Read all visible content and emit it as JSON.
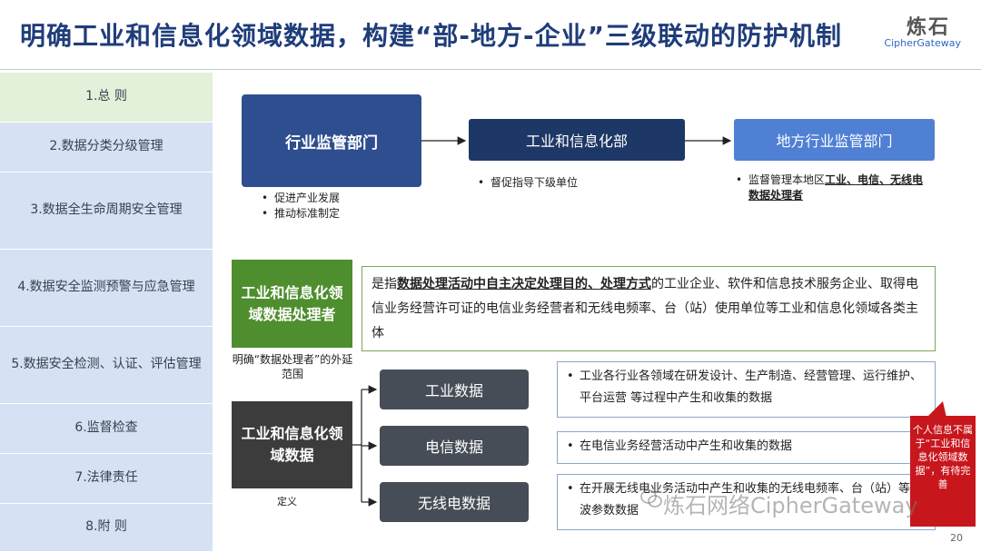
{
  "header": {
    "title": "明确工业和信息化领域数据，构建“部-地方-企业”三级联动的防护机制",
    "logo_cn": "炼石",
    "logo_en": "CipherGateway"
  },
  "sidebar": {
    "items": [
      {
        "label": "1.总  则",
        "active": true
      },
      {
        "label": "2.数据分类分级管理",
        "active": false
      },
      {
        "label": "3.数据全生命周期安全管理",
        "active": false
      },
      {
        "label": "4.数据安全监测预警与应急管理",
        "active": false
      },
      {
        "label": "5.数据安全检测、认证、评估管理",
        "active": false
      },
      {
        "label": "6.监督检查",
        "active": false
      },
      {
        "label": "7.法律责任",
        "active": false
      },
      {
        "label": "8.附  则",
        "active": false
      }
    ]
  },
  "hierarchy": {
    "industry_dept": "行业监管部门",
    "industry_bullets": [
      "促进产业发展",
      "推动标准制定"
    ],
    "miit": "工业和信息化部",
    "miit_bullets": [
      "督促指导下级单位"
    ],
    "local_dept": "地方行业监管部门",
    "local_bullet_prefix": "监督管理本地区",
    "local_bullet_bold": "工业、电信、无线电数据处理者"
  },
  "processor": {
    "box_label": "工业和信息化领域数据处理者",
    "caption": "明确“数据处理者”的外延范围",
    "def_prefix": "是指",
    "def_bold": "数据处理活动中自主决定处理目的、处理方式",
    "def_suffix": "的工业企业、软件和信息技术服务企业、取得电信业务经营许可证的电信业务经营者和无线电频率、台（站）使用单位等工业和信息化领域各类主体"
  },
  "data_domain": {
    "box_label": "工业和信息化领域数据",
    "caption": "定义",
    "categories": [
      {
        "label": "工业数据",
        "description": "工业各行业各领域在研发设计、生产制造、经营管理、运行维护、平台运营 等过程中产生和收集的数据"
      },
      {
        "label": "电信数据",
        "description": "在电信业务经营活动中产生和收集的数据"
      },
      {
        "label": "无线电数据",
        "description": "在开展无线电业务活动中产生和收集的无线电频率、台（站）等电波参数数据"
      }
    ]
  },
  "callout": {
    "text": "个人信息不属于“工业和信息化领域数据”，有待完善"
  },
  "watermark": {
    "text": "炼石网络CipherGateway"
  },
  "page": {
    "number": "20"
  },
  "colors": {
    "title": "#1f3d7a",
    "sidebar": "#d6e2f3",
    "sidebar_active": "#e3f0da",
    "dept_main": "#2f4e8f",
    "miit": "#1d3766",
    "local": "#4f80d3",
    "processor": "#4e8e2e",
    "data_dark": "#3c3c3c",
    "category": "#474d57",
    "callout": "#c8161d"
  }
}
